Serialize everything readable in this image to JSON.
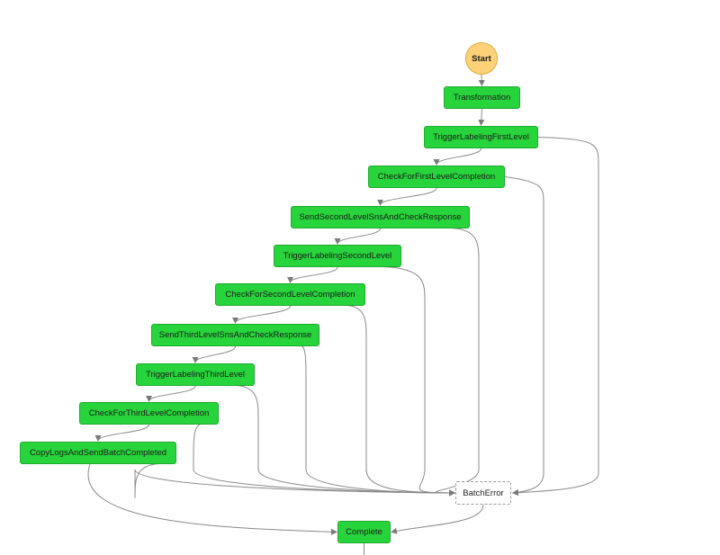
{
  "diagram": {
    "start": "Start",
    "states": [
      "Transformation",
      "TriggerLabelingFirstLevel",
      "CheckForFirstLevelCompletion",
      "SendSecondLevelSnsAndCheckResponse",
      "TriggerLabelingSecondLevel",
      "CheckForSecondLevelCompletion",
      "SendThirdLevelSnsAndCheckResponse",
      "TriggerLabelingThirdLevel",
      "CheckForThirdLevelCompletion",
      "CopyLogsAndSendBatchCompleted"
    ],
    "error_state": "BatchError",
    "end_state": "Complete"
  },
  "colors": {
    "state_fill": "#27d43b",
    "start_fill": "#ffd27a",
    "edge": "#8a8a8a"
  }
}
